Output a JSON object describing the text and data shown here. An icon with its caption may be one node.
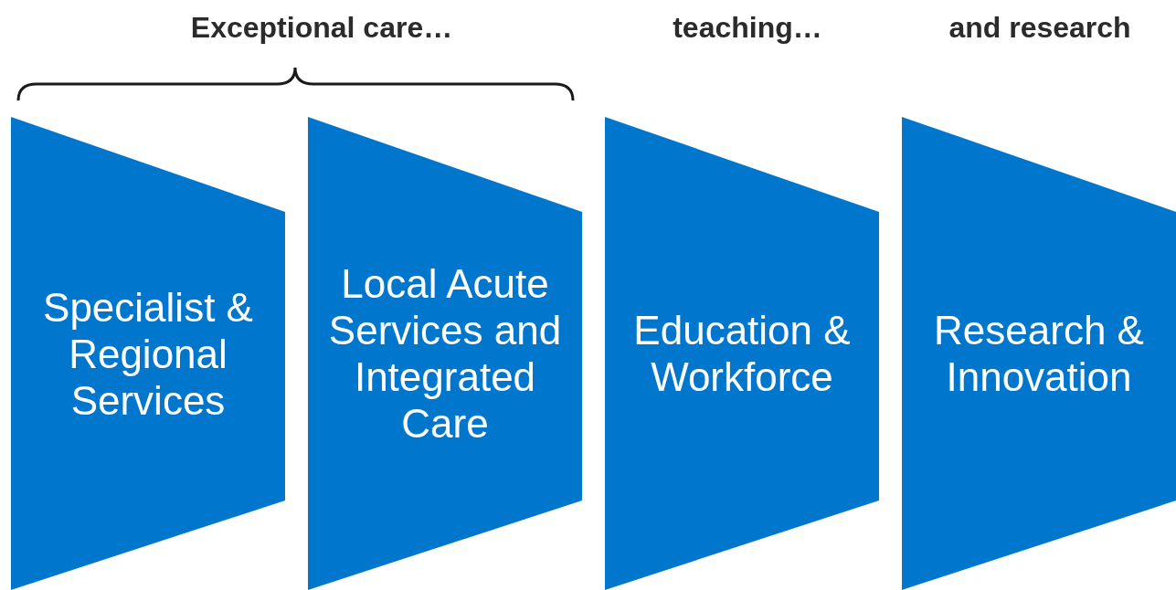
{
  "diagram": {
    "nodes": [
      {
        "text": [
          "Specialist & Regional Services"
        ]
      },
      {
        "text": [
          "Local Acute Services and Integrated Care"
        ]
      },
      {
        "text": [
          "Education & Workforce"
        ]
      },
      {
        "text": [
          "Research & Innovation"
        ]
      }
    ],
    "labels": [
      "Exceptional care…",
      "teaching…",
      "and research"
    ]
  }
}
